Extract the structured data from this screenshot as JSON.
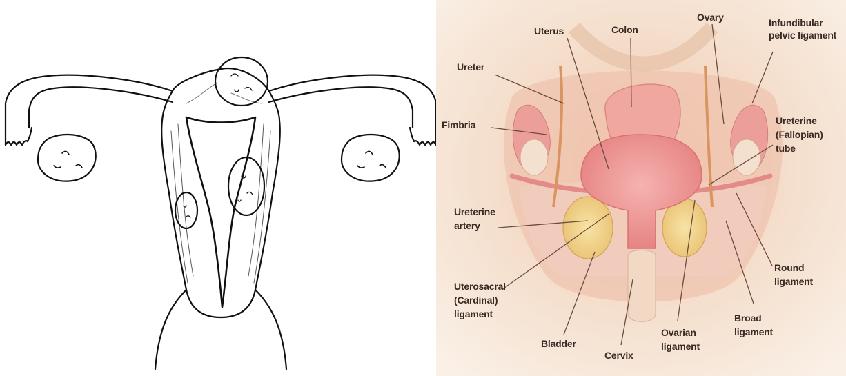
{
  "left_illustration": {
    "subject": "uterus-with-fibroids-line-drawing"
  },
  "right_illustration": {
    "labels": {
      "uterus": "Uterus",
      "colon": "Colon",
      "ovary": "Ovary",
      "infundibular_1": "Infundibular",
      "infundibular_2": "pelvic ligament",
      "ureter": "Ureter",
      "fimbria": "Fimbria",
      "ureterine_tube_1": "Ureterine",
      "ureterine_tube_2": "(Fallopian)",
      "ureterine_tube_3": "tube",
      "ureterine_artery_1": "Ureterine",
      "ureterine_artery_2": "artery",
      "round_ligament_1": "Round",
      "round_ligament_2": "ligament",
      "uterosacral_1": "Uterosacral",
      "uterosacral_2": "(Cardinal)",
      "uterosacral_3": "ligament",
      "broad_ligament_1": "Broad",
      "broad_ligament_2": "ligament",
      "bladder": "Bladder",
      "cervix": "Cervix",
      "ovarian_ligament_1": "Ovarian",
      "ovarian_ligament_2": "ligament"
    },
    "colors": {
      "background": "#f5e3d3",
      "tissue_pink": "#ef9e9c",
      "ureter_orange": "#d9935a",
      "ovary_yellow": "#f3d891",
      "label_text": "#3a2a24"
    }
  }
}
